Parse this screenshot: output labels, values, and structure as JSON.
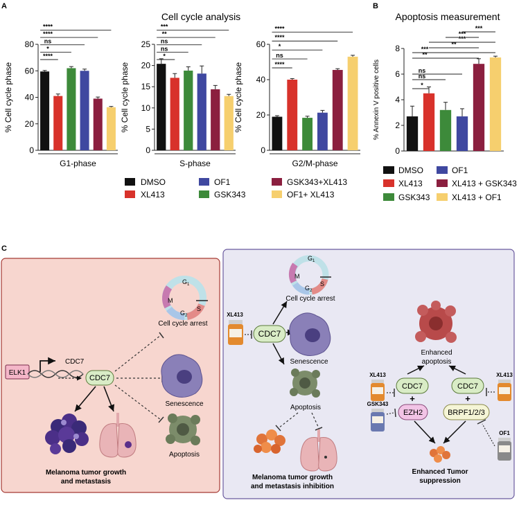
{
  "panels": {
    "a": "A",
    "b": "B",
    "c": "C"
  },
  "colors": {
    "DMSO": "#111111",
    "XL413": "#d8322b",
    "GSK343": "#3d8a3a",
    "OF1": "#3f48a0",
    "GSK343+XL413": "#8b1f3f",
    "OF1+XL413": "#f6cf6e",
    "left_panel_bg": "#f7d6cf",
    "left_panel_border": "#a53a35",
    "right_panel_bg": "#e9e8f3",
    "right_panel_border": "#6a5a9e"
  },
  "chart_data": [
    {
      "type": "bar",
      "title": "Cell cycle analysis",
      "xlabel": "G1-phase",
      "ylabel": "% Cell cycle phase",
      "categories": [
        "DMSO",
        "XL413",
        "GSK343",
        "OF1",
        "GSK343+XL413",
        "OF1+XL413"
      ],
      "values": [
        59.5,
        41,
        62,
        60,
        39,
        32.5
      ],
      "errors": [
        0.8,
        1.5,
        1.2,
        1.3,
        1.2,
        0.6
      ],
      "ylim": [
        0,
        80
      ],
      "yticks": [
        0,
        20,
        40,
        60,
        80
      ],
      "significance": [
        {
          "from": 0,
          "to": 1,
          "label": "****"
        },
        {
          "from": 0,
          "to": 2,
          "label": "*"
        },
        {
          "from": 0,
          "to": 3,
          "label": "ns"
        },
        {
          "from": 0,
          "to": 4,
          "label": "****"
        },
        {
          "from": 0,
          "to": 5,
          "label": "****"
        }
      ]
    },
    {
      "type": "bar",
      "title": "",
      "xlabel": "S-phase",
      "ylabel": "% Cell cycle phase",
      "categories": [
        "DMSO",
        "XL413",
        "GSK343",
        "OF1",
        "GSK343+XL413",
        "OF1+XL413"
      ],
      "values": [
        20.4,
        17.1,
        18.8,
        18.1,
        14.4,
        12.8
      ],
      "errors": [
        1.2,
        1.0,
        0.9,
        1.8,
        0.9,
        0.4
      ],
      "ylim": [
        0,
        25
      ],
      "yticks": [
        0,
        5,
        10,
        15,
        20,
        25
      ],
      "significance": [
        {
          "from": 0,
          "to": 1,
          "label": "*"
        },
        {
          "from": 0,
          "to": 2,
          "label": "ns"
        },
        {
          "from": 0,
          "to": 3,
          "label": "ns"
        },
        {
          "from": 0,
          "to": 4,
          "label": "**"
        },
        {
          "from": 0,
          "to": 5,
          "label": "***"
        }
      ]
    },
    {
      "type": "bar",
      "title": "",
      "xlabel": "G2/M-phase",
      "ylabel": "% Cell cycle phase",
      "categories": [
        "DMSO",
        "XL413",
        "GSK343",
        "OF1",
        "GSK343+XL413",
        "OF1+XL413"
      ],
      "values": [
        19,
        40,
        18.4,
        21.3,
        45.5,
        53
      ],
      "errors": [
        0.6,
        0.6,
        0.9,
        1.3,
        0.7,
        0.8
      ],
      "ylim": [
        0,
        60
      ],
      "yticks": [
        0,
        20,
        40,
        60
      ],
      "significance": [
        {
          "from": 0,
          "to": 1,
          "label": "****"
        },
        {
          "from": 0,
          "to": 2,
          "label": "ns"
        },
        {
          "from": 0,
          "to": 3,
          "label": "*"
        },
        {
          "from": 0,
          "to": 4,
          "label": "****"
        },
        {
          "from": 0,
          "to": 5,
          "label": "****"
        }
      ]
    },
    {
      "type": "bar",
      "title": "Apoptosis measurement",
      "xlabel": "",
      "ylabel": "% Annexin V positive cells",
      "categories": [
        "DMSO",
        "XL413",
        "GSK343",
        "OF1",
        "XL413 + GSK343",
        "XL413 + OF1"
      ],
      "values": [
        2.7,
        4.5,
        3.2,
        2.7,
        6.8,
        7.3
      ],
      "errors": [
        0.8,
        0.5,
        0.6,
        0.6,
        0.4,
        0.1
      ],
      "ylim": [
        0,
        8
      ],
      "yticks": [
        0,
        2,
        4,
        6,
        8
      ],
      "significance": [
        {
          "from": 0,
          "to": 1,
          "label": "*"
        },
        {
          "from": 0,
          "to": 2,
          "label": "ns"
        },
        {
          "from": 0,
          "to": 3,
          "label": "ns"
        },
        {
          "from": 0,
          "to": 4,
          "label": "**"
        },
        {
          "from": 0,
          "to": 5,
          "label": "***"
        },
        {
          "from": 1,
          "to": 4,
          "label": "**"
        },
        {
          "from": 1,
          "to": 5,
          "label": "***"
        },
        {
          "from": 2,
          "to": 4,
          "label": "***"
        },
        {
          "from": 3,
          "to": 5,
          "label": "***"
        }
      ]
    }
  ],
  "legend_a": [
    "DMSO",
    "XL413",
    "OF1",
    "GSK343",
    "GSK343+XL413",
    "OF1+ XL413"
  ],
  "legend_b": [
    "DMSO",
    "OF1",
    "XL413",
    "XL413 + GSK343",
    "GSK343",
    "XL413 + OF1"
  ],
  "diagram": {
    "left": {
      "elk1": "ELK1",
      "cdc7_gene": "CDC7",
      "cdc7": "CDC7",
      "cell_cycle_arrest": "Cell cycle arrest",
      "senescence": "Senescence",
      "apoptosis": "Apoptosis",
      "outcome_line1": "Melanoma tumor growth",
      "outcome_line2": "and metastasis",
      "phases": {
        "g1": "G",
        "g1_sub": "1",
        "m": "M",
        "s": "S",
        "g2": "G",
        "g2_sub": "2"
      }
    },
    "right": {
      "xl413_drug": "XL413",
      "cdc7": "CDC7",
      "cell_cycle_arrest": "Cell cycle arrest",
      "senescence": "Senescence",
      "apoptosis": "Apoptosis",
      "inhibition_line1": "Melanoma tumor growth",
      "inhibition_line2": "and metastasis inhibition",
      "enhanced_apoptosis_line1": "Enhanced",
      "enhanced_apoptosis_line2": "apoptosis",
      "xl413_left": "XL413",
      "xl413_right": "XL413",
      "gsk343": "GSK343",
      "of1": "OF1",
      "cdc7_left": "CDC7",
      "cdc7_right": "CDC7",
      "ezh2": "EZH2",
      "brpf": "BRPF1/2/3",
      "plus": "+",
      "suppression_line1": "Enhanced Tumor",
      "suppression_line2": "suppression",
      "phases": {
        "g1": "G",
        "g1_sub": "1",
        "m": "M",
        "s": "S",
        "g2": "G",
        "g2_sub": "2"
      }
    }
  }
}
